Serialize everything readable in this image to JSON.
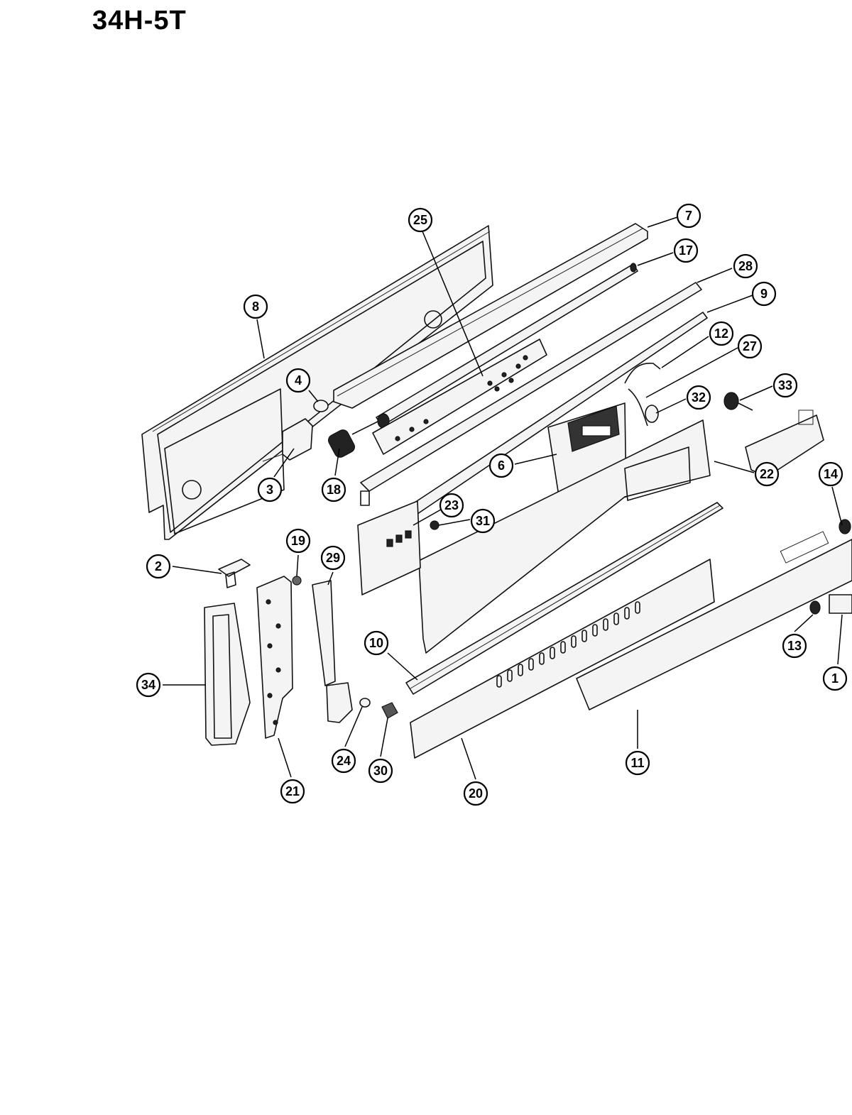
{
  "title": "34H-5T",
  "callouts": [
    {
      "label": "7"
    },
    {
      "label": "25"
    },
    {
      "label": "17"
    },
    {
      "label": "28"
    },
    {
      "label": "9"
    },
    {
      "label": "8"
    },
    {
      "label": "12"
    },
    {
      "label": "27"
    },
    {
      "label": "4"
    },
    {
      "label": "33"
    },
    {
      "label": "32"
    },
    {
      "label": "6"
    },
    {
      "label": "18"
    },
    {
      "label": "3"
    },
    {
      "label": "22"
    },
    {
      "label": "14"
    },
    {
      "label": "23"
    },
    {
      "label": "31"
    },
    {
      "label": "19"
    },
    {
      "label": "29"
    },
    {
      "label": "2"
    },
    {
      "label": "13"
    },
    {
      "label": "10"
    },
    {
      "label": "1"
    },
    {
      "label": "34"
    },
    {
      "label": "11"
    },
    {
      "label": "24"
    },
    {
      "label": "30"
    },
    {
      "label": "20"
    },
    {
      "label": "21"
    }
  ]
}
